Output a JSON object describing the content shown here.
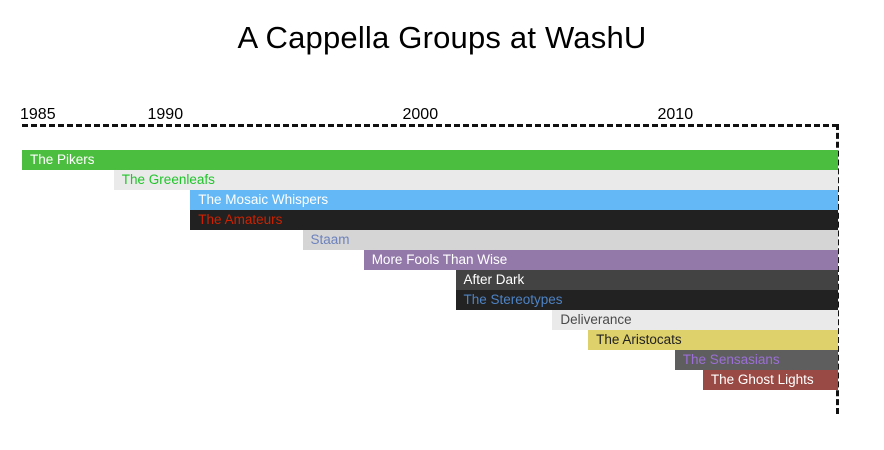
{
  "title": "A Cappella Groups at WashU",
  "axis": {
    "ticks": [
      {
        "label": "1985",
        "year": 1985
      },
      {
        "label": "1990",
        "year": 1990
      },
      {
        "label": "2000",
        "year": 2000
      },
      {
        "label": "2010",
        "year": 2010
      }
    ],
    "start_year": 1985,
    "end_year": 2017,
    "present_marker": "dashed-line"
  },
  "chart_data": {
    "type": "bar",
    "title": "A Cappella Groups at WashU",
    "xlabel": "",
    "ylabel": "",
    "orientation": "horizontal-timeline",
    "xlim": [
      1985,
      2017
    ],
    "grid": false,
    "legend": "none",
    "categories": [
      "The Pikers",
      "The Greenleafs",
      "The Mosaic Whispers",
      "The Amateurs",
      "Staam",
      "More Fools Than Wise",
      "After Dark",
      "The Stereotypes",
      "Deliverance",
      "The Aristocats",
      "The Sensasians",
      "The Ghost Lights"
    ],
    "bars": [
      {
        "label": "The Pikers",
        "start_year": 1985.0,
        "end_year": 2017,
        "bar_color": "#4CBE3F",
        "text_color": "#ffffff"
      },
      {
        "label": "The Greenleafs",
        "start_year": 1988.6,
        "end_year": 2017,
        "bar_color": "#EAEAEA",
        "text_color": "#20C42A"
      },
      {
        "label": "The Mosaic Whispers",
        "start_year": 1991.6,
        "end_year": 2017,
        "bar_color": "#63B8F5",
        "text_color": "#ffffff"
      },
      {
        "label": "The Amateurs",
        "start_year": 1991.6,
        "end_year": 2017,
        "bar_color": "#212121",
        "text_color": "#CC2200"
      },
      {
        "label": "Staam",
        "start_year": 1996.0,
        "end_year": 2017,
        "bar_color": "#D5D5D5",
        "text_color": "#6D82BC"
      },
      {
        "label": "More Fools Than Wise",
        "start_year": 1998.4,
        "end_year": 2017,
        "bar_color": "#9379A9",
        "text_color": "#ffffff"
      },
      {
        "label": "After Dark",
        "start_year": 2002.0,
        "end_year": 2017,
        "bar_color": "#434343",
        "text_color": "#ffffff"
      },
      {
        "label": "The Stereotypes",
        "start_year": 2002.0,
        "end_year": 2017,
        "bar_color": "#222222",
        "text_color": "#4E83C4"
      },
      {
        "label": "Deliverance",
        "start_year": 2005.8,
        "end_year": 2017,
        "bar_color": "#EAEAEA",
        "text_color": "#4A4A4A"
      },
      {
        "label": "The Aristocats",
        "start_year": 2007.2,
        "end_year": 2017,
        "bar_color": "#DED06A",
        "text_color": "#222222"
      },
      {
        "label": "The Sensasians",
        "start_year": 2010.6,
        "end_year": 2017,
        "bar_color": "#5E5E5E",
        "text_color": "#9B6FD6"
      },
      {
        "label": "The Ghost Lights",
        "start_year": 2011.7,
        "end_year": 2017,
        "bar_color": "#9A4A44",
        "text_color": "#ffffff"
      }
    ]
  }
}
